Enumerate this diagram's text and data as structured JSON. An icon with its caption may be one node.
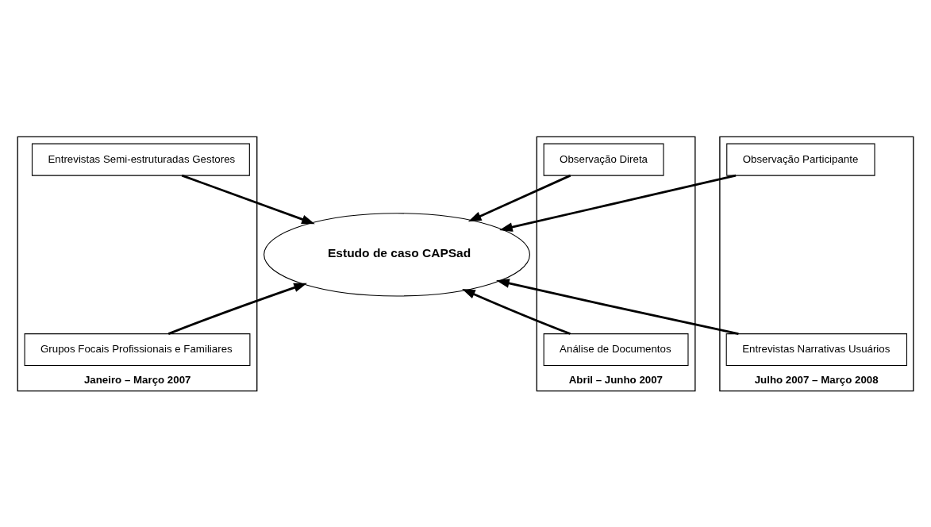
{
  "diagram": {
    "nodes": [
      {
        "text": [
          "Janeiro – Março 2007"
        ]
      },
      {
        "text": [
          "Entrevistas Semi-estruturadas Gestores"
        ],
        "in": 0
      },
      {
        "text": [
          "Grupos Focais Profissionais e Familiares"
        ],
        "in": 0
      },
      {
        "text": [
          "Abril – Junho 2007"
        ]
      },
      {
        "text": [
          "Observação Direta"
        ],
        "in": 3
      },
      {
        "text": [
          "Análise de Documentos"
        ],
        "in": 3
      },
      {
        "text": [
          "Julho 2007 – Março 2008"
        ]
      },
      {
        "text": [
          "Observação Participante"
        ],
        "in": 6
      },
      {
        "text": [
          "Entrevistas Narrativas Usuários"
        ],
        "in": 6
      },
      {
        "text": [
          "Estudo de caso CAPSad"
        ]
      }
    ],
    "edges": [
      {
        "from": 1,
        "to": 9,
        "arrow": "to"
      },
      {
        "from": 4,
        "to": 9,
        "arrow": "to"
      },
      {
        "from": 7,
        "to": 9,
        "arrow": "to"
      },
      {
        "from": 2,
        "to": 9,
        "arrow": "to"
      },
      {
        "from": 5,
        "to": 9,
        "arrow": "to"
      },
      {
        "from": 8,
        "to": 9,
        "arrow": "to"
      }
    ]
  }
}
